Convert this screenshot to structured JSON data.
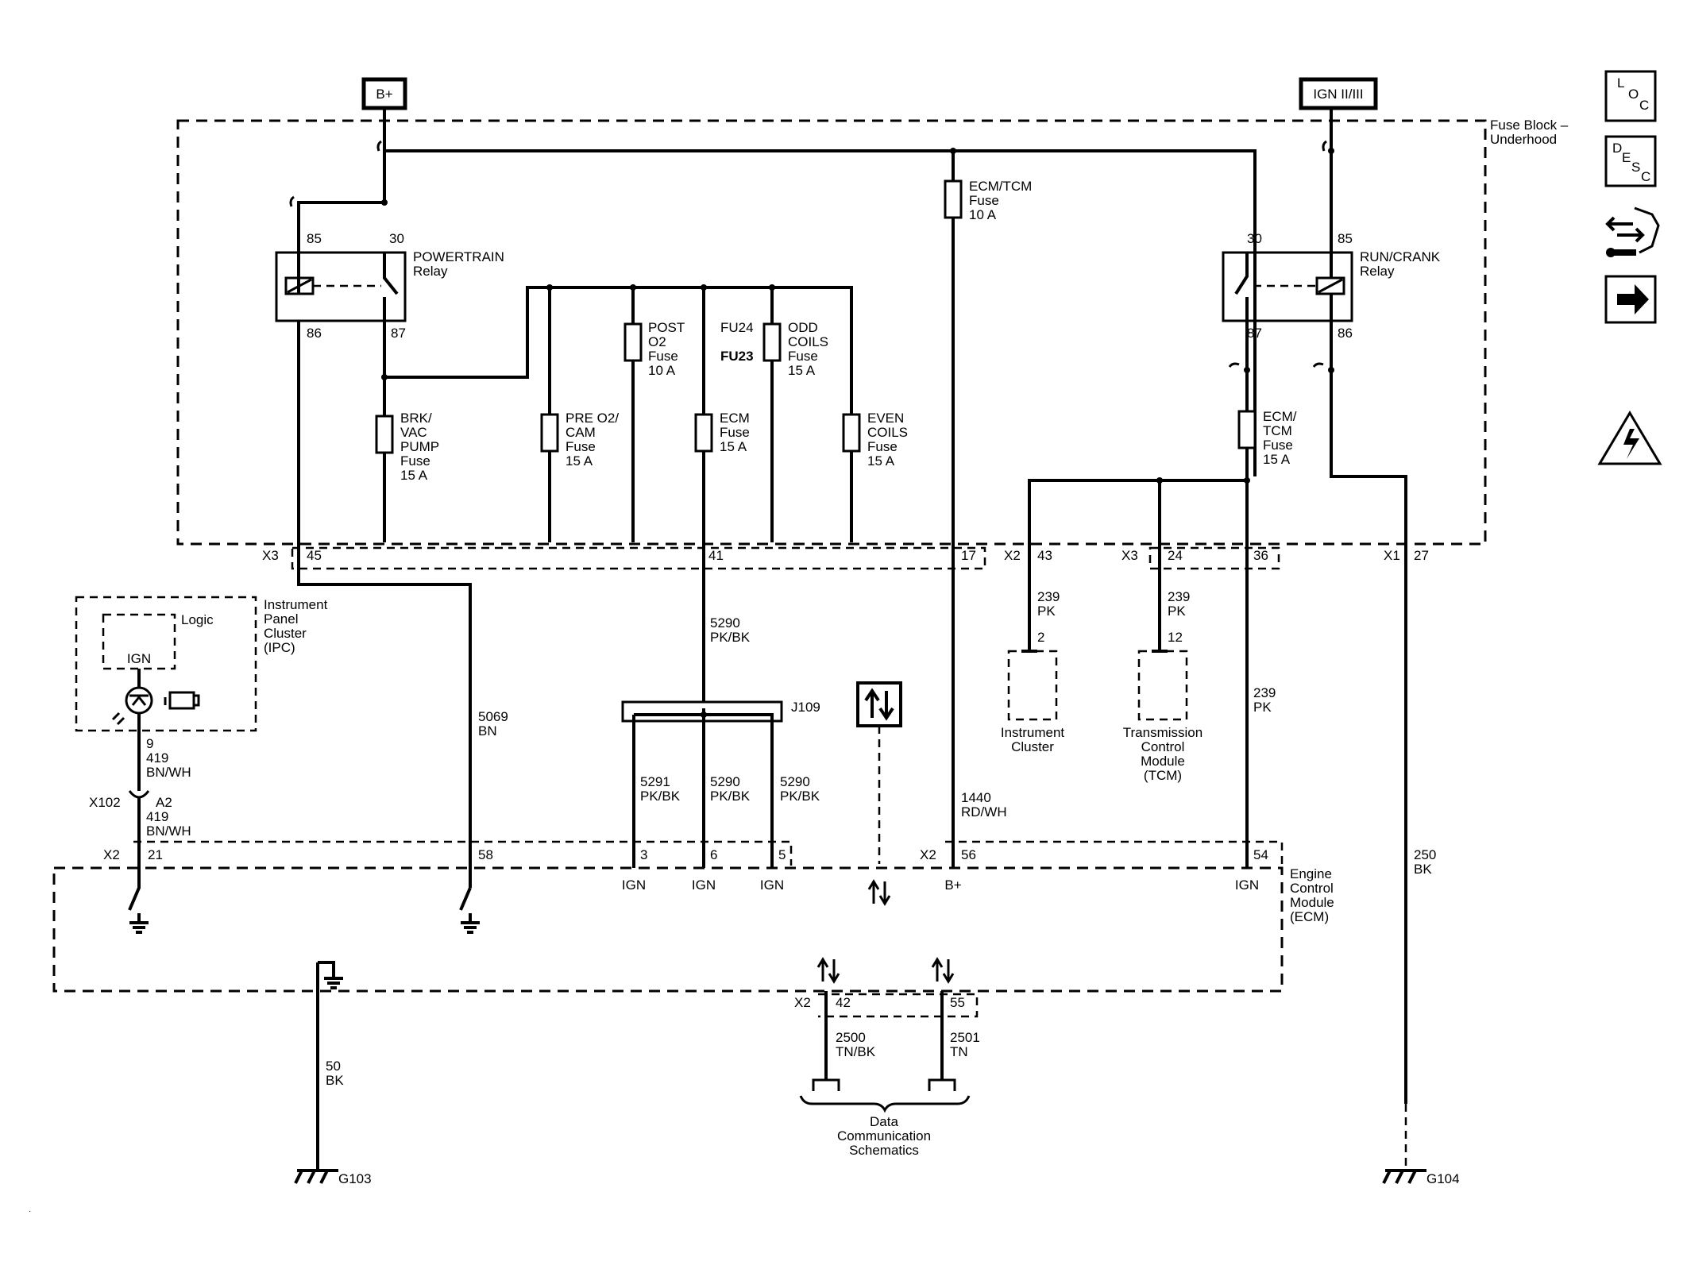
{
  "power_labels": {
    "bplus": "B+",
    "ign": "IGN II/III"
  },
  "fuse_block": {
    "label1": "Fuse Block –",
    "label2": "Underhood"
  },
  "side_icons": {
    "loc": [
      "L",
      "O",
      "C"
    ],
    "desc": [
      "D",
      "E",
      "S",
      "C"
    ],
    "icons": [
      "loc-icon",
      "desc-icon",
      "connector-repair-icon",
      "next-arrow-icon",
      "electrical-warning-icon"
    ]
  },
  "relays": {
    "powertrain": {
      "name1": "POWERTRAIN",
      "name2": "Relay",
      "p85": "85",
      "p30": "30",
      "p86": "86",
      "p87": "87"
    },
    "runcrank": {
      "name1": "RUN/CRANK",
      "name2": "Relay",
      "p30": "30",
      "p85": "85",
      "p87": "87",
      "p86": "86"
    }
  },
  "fuses": {
    "ecm_tcm_top": [
      "ECM/TCM",
      "Fuse",
      "10 A"
    ],
    "brk_vac": [
      "BRK/",
      "VAC",
      "PUMP",
      "Fuse",
      "15 A"
    ],
    "post_o2": [
      "POST",
      "O2",
      "Fuse",
      "10 A"
    ],
    "fu24": "FU24",
    "fu23": "FU23",
    "odd_coils": [
      "ODD",
      "COILS",
      "Fuse",
      "15 A"
    ],
    "pre_o2": [
      "PRE O2/",
      "CAM",
      "Fuse",
      "15 A"
    ],
    "ecm": [
      "ECM",
      "Fuse",
      "15 A"
    ],
    "even_coils": [
      "EVEN",
      "COILS",
      "Fuse",
      "15 A"
    ],
    "ecm_tcm_right": [
      "ECM/",
      "TCM",
      "Fuse",
      "15 A"
    ]
  },
  "fuse_block_connectors": {
    "x3": "X3",
    "p45": "45",
    "p41": "41",
    "p17": "17",
    "x2": "X2",
    "p43": "43",
    "x3b": "X3",
    "p24": "24",
    "p36": "36",
    "x1": "X1",
    "p27": "27"
  },
  "ipc": {
    "name": [
      "Instrument",
      "Panel",
      "Cluster",
      "(IPC)"
    ],
    "logic": "Logic",
    "ign": "IGN",
    "pin": "9",
    "wire": [
      "419",
      "BN/WH"
    ],
    "x102": "X102",
    "a2": "A2",
    "wire2": [
      "419",
      "BN/WH"
    ]
  },
  "wires": {
    "w5069": [
      "5069",
      "BN"
    ],
    "w5290": [
      "5290",
      "PK/BK"
    ],
    "j109": "J109",
    "w5291": [
      "5291",
      "PK/BK"
    ],
    "w5290b": [
      "5290",
      "PK/BK"
    ],
    "w5290c": [
      "5290",
      "PK/BK"
    ],
    "w1440": [
      "1440",
      "RD/WH"
    ],
    "w239a": [
      "239",
      "PK"
    ],
    "w239b": [
      "239",
      "PK"
    ],
    "w239c": [
      "239",
      "PK"
    ],
    "w250": [
      "250",
      "BK"
    ],
    "w50": [
      "50",
      "BK"
    ],
    "w2500": [
      "2500",
      "TN/BK"
    ],
    "w2501": [
      "2501",
      "TN"
    ]
  },
  "modules": {
    "ic": {
      "pin": "2",
      "name": [
        "Instrument",
        "Cluster"
      ]
    },
    "tcm": {
      "pin": "12",
      "name": [
        "Transmission",
        "Control",
        "Module",
        "(TCM)"
      ]
    }
  },
  "ecm": {
    "name": [
      "Engine",
      "Control",
      "Module",
      "(ECM)"
    ],
    "x2": "X2",
    "p21": "21",
    "p58": "58",
    "p3": "3",
    "p6": "6",
    "p5": "5",
    "x2b": "X2",
    "p56": "56",
    "p54": "54",
    "ign1": "IGN",
    "ign2": "IGN",
    "ign3": "IGN",
    "bplus": "B+",
    "ign4": "IGN",
    "x2c": "X2",
    "p42": "42",
    "p55": "55"
  },
  "grounds": {
    "g103": "G103",
    "g104": "G104"
  },
  "data_comm": [
    "Data",
    "Communication",
    "Schematics"
  ]
}
